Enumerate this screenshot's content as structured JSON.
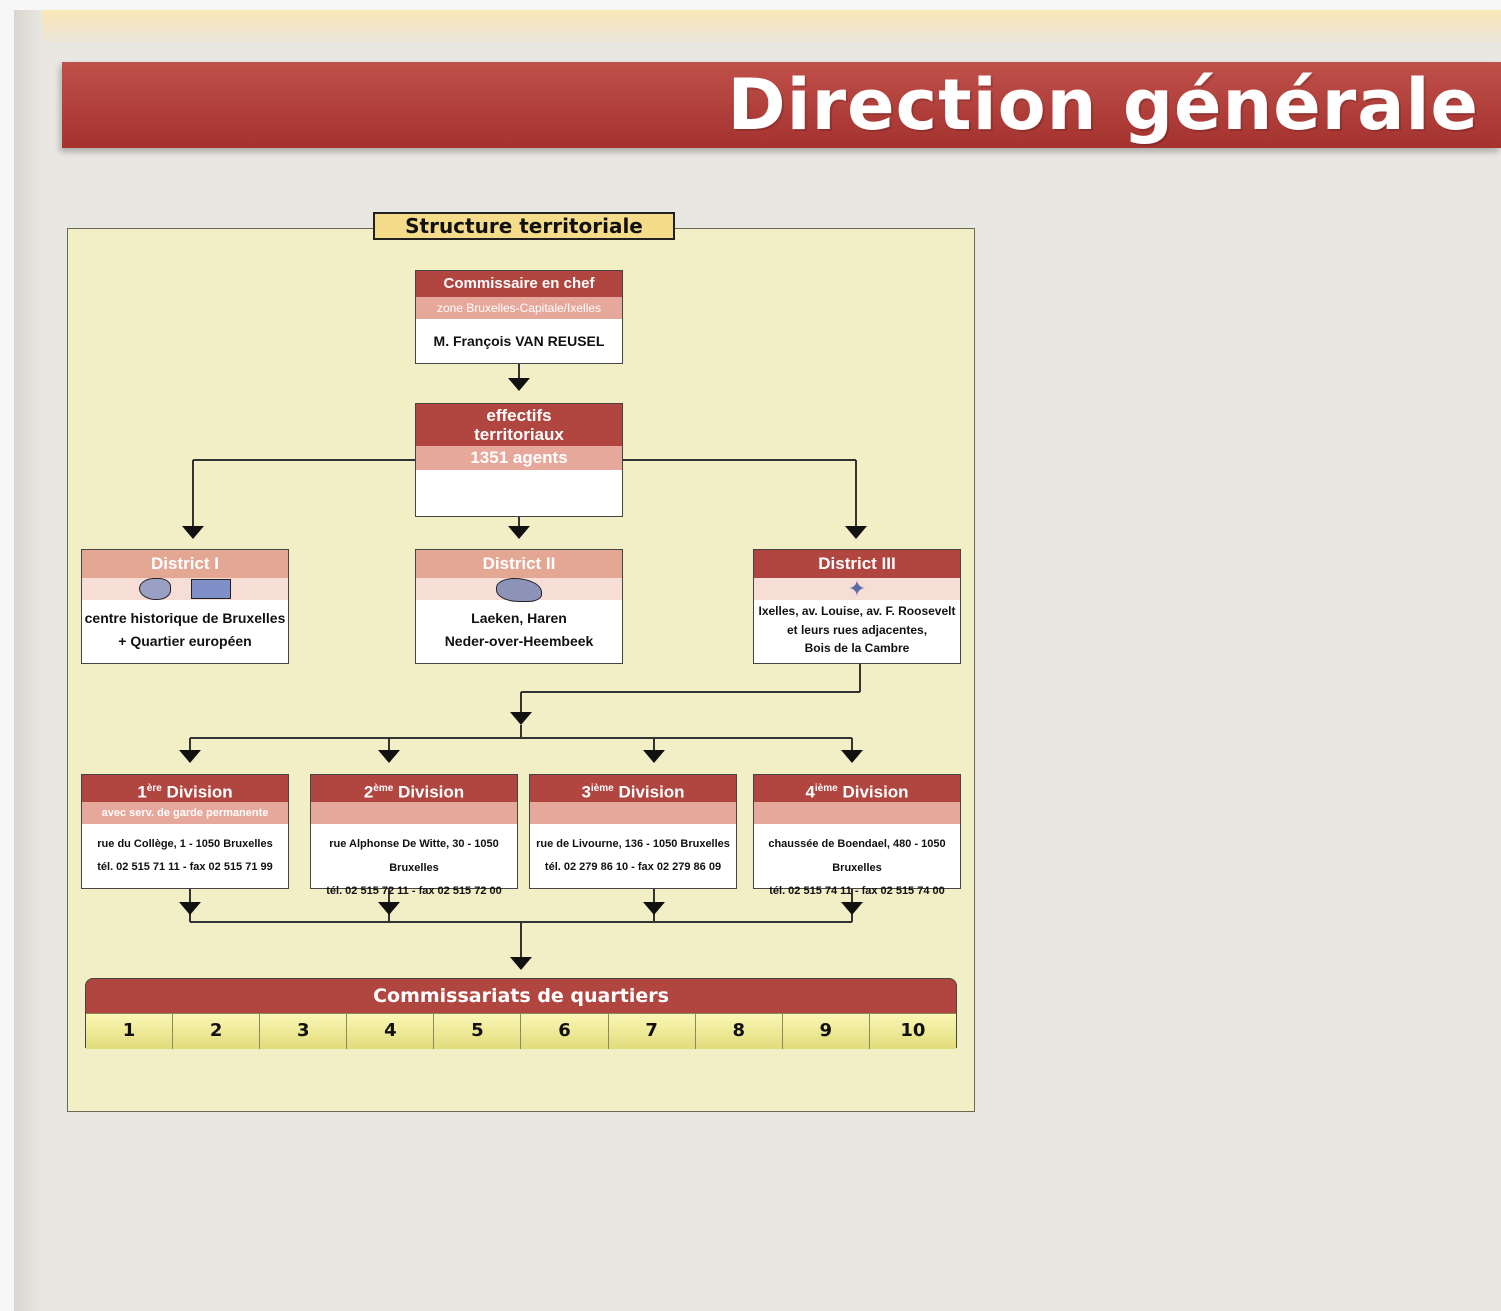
{
  "banner": {
    "title": "Direction générale"
  },
  "panel": {
    "title": "Structure territoriale"
  },
  "chief": {
    "header": "Commissaire en chef",
    "subheader": "zone Bruxelles-Capitale/Ixelles",
    "name": "M. François VAN REUSEL"
  },
  "effectifs": {
    "line1": "effectifs",
    "line2": "territoriaux",
    "count": "1351 agents"
  },
  "districts": [
    {
      "title": "District I",
      "line1": "centre historique de Bruxelles",
      "line2": "+ Quartier européen",
      "line3": ""
    },
    {
      "title": "District II",
      "line1": "Laeken, Haren",
      "line2": "Neder-over-Heembeek",
      "line3": ""
    },
    {
      "title": "District III",
      "line1": "Ixelles, av. Louise, av. F. Roosevelt",
      "line2": "et leurs rues adjacentes,",
      "line3": "Bois de la Cambre"
    }
  ],
  "divisions": [
    {
      "num": "1",
      "sup": "ère",
      "label": "Division",
      "sub": "avec serv. de garde permanente",
      "address": "rue du Collège, 1 - 1050 Bruxelles",
      "phone": "tél. 02 515 71 11 - fax 02 515 71 99"
    },
    {
      "num": "2",
      "sup": "ème",
      "label": "Division",
      "sub": "",
      "address": "rue Alphonse De Witte, 30 - 1050 Bruxelles",
      "phone": "tél. 02 515 72 11 - fax 02 515 72 00"
    },
    {
      "num": "3",
      "sup": "ième",
      "label": "Division",
      "sub": "",
      "address": "rue de Livourne, 136 - 1050 Bruxelles",
      "phone": "tél. 02 279 86 10 - fax 02 279 86 09"
    },
    {
      "num": "4",
      "sup": "ième",
      "label": "Division",
      "sub": "",
      "address": "chaussée de Boendael, 480 - 1050 Bruxelles",
      "phone": "tél. 02 515 74 11 - fax 02 515 74 00"
    }
  ],
  "quartiers": {
    "title": "Commissariats de quartiers",
    "numbers": [
      "1",
      "2",
      "3",
      "4",
      "5",
      "6",
      "7",
      "8",
      "9",
      "10"
    ]
  }
}
